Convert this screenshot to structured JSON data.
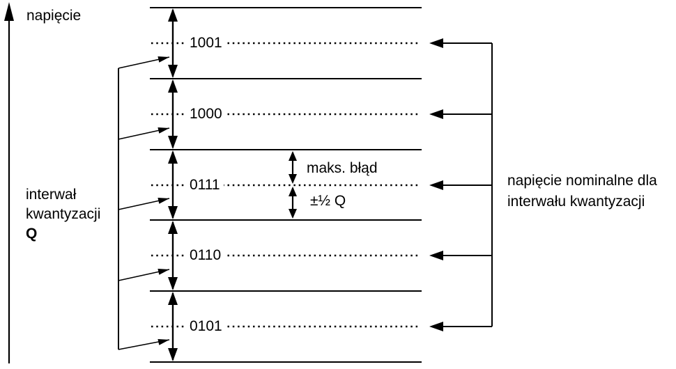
{
  "colors": {
    "ink": "#000000",
    "background": "#ffffff"
  },
  "axis": {
    "label": "napięcie"
  },
  "levels": [
    {
      "code": "1001"
    },
    {
      "code": "1000"
    },
    {
      "code": "0111"
    },
    {
      "code": "0110"
    },
    {
      "code": "0101"
    }
  ],
  "interval_label": {
    "line1": "interwał",
    "line2": "kwantyzacji",
    "line3": "Q"
  },
  "error_label": {
    "max_error": "maks. błąd",
    "half_interval": "±½ Q"
  },
  "nominal_label": {
    "line1": "napięcie nominalne dla",
    "line2": "interwału kwantyzacji"
  }
}
